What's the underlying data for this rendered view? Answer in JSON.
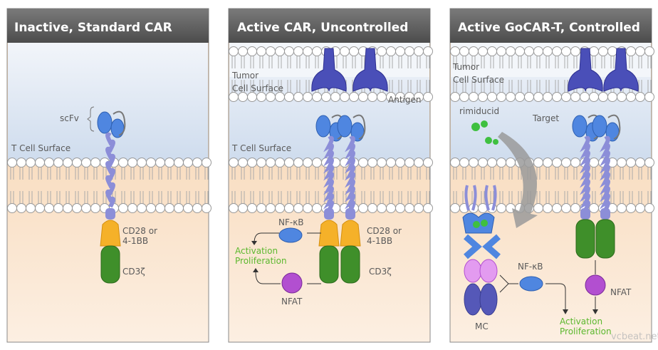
{
  "panels": [
    {
      "title": "Inactive, Standard CAR",
      "labels": {
        "scfv": "scFv",
        "t_cell_surface": "T Cell Surface",
        "costim_1": "CD28 or",
        "costim_2": "4-1BB",
        "cd3z": "CD3ζ"
      }
    },
    {
      "title": "Active CAR, Uncontrolled",
      "labels": {
        "tumor_1": "Tumor",
        "tumor_2": "Cell Surface",
        "antigen": "Antigen",
        "t_cell_surface": "T Cell Surface",
        "nfkb": "NF-κB",
        "activation": "Activation",
        "proliferation": "Proliferation",
        "costim_1": "CD28 or",
        "costim_2": "4-1BB",
        "cd3z": "CD3ζ",
        "nfat": "NFAT"
      }
    },
    {
      "title": "Active GoCAR-T, Controlled",
      "labels": {
        "tumor_1": "Tumor",
        "tumor_2": "Cell Surface",
        "rimiducid": "rimiducid",
        "target": "Target",
        "nfkb": "NF-κB",
        "nfat": "NFAT",
        "mc": "MC",
        "activation": "Activation",
        "proliferation": "Proliferation"
      }
    }
  ],
  "watermark": "vcbeat.net",
  "colors": {
    "header": "#5f5f5f",
    "membrane_head": "#ffffff",
    "cytoplasm": "#f9dcbf",
    "extracellular": "#dfe8f3",
    "scfv": "#4f86e0",
    "antigen": "#4a4fb8",
    "costim": "#f5b129",
    "cd3z": "#3f8f2a",
    "nfkb": "#4f86e0",
    "nfat": "#b24fd0",
    "text_green": "#5cb82e"
  }
}
